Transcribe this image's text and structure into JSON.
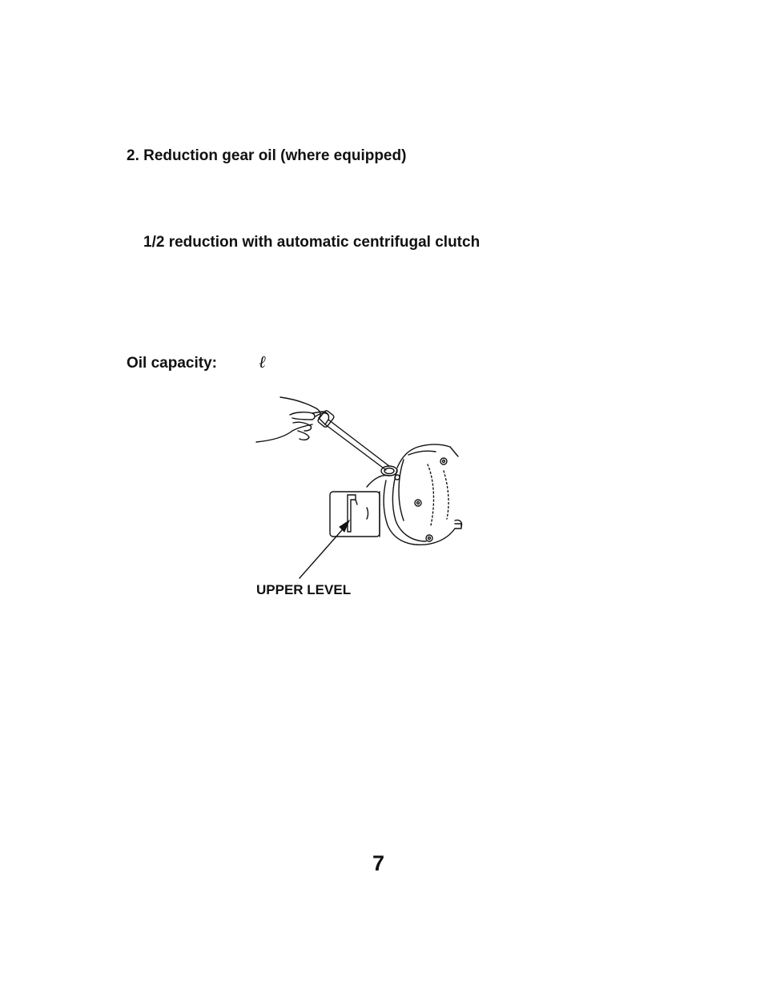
{
  "section": {
    "heading": "2. Reduction gear oil  (where equipped)",
    "subheading": "1/2 reduction with automatic centrifugal clutch"
  },
  "oil_capacity": {
    "label": "Oil capacity:",
    "unit": "ℓ"
  },
  "figure": {
    "callout": "UPPER LEVEL"
  },
  "page_number": "7"
}
